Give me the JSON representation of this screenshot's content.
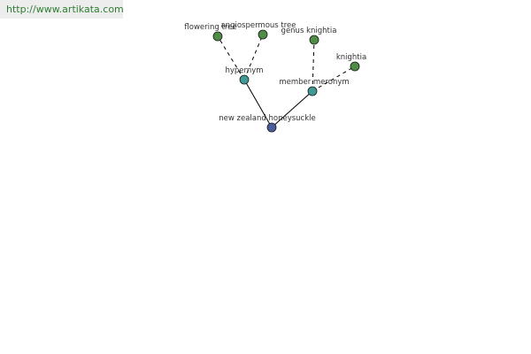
{
  "source_url": "http://www.artikata.com",
  "colors": {
    "root": "#4a5f9a",
    "relation": "#3f9a96",
    "leaf": "#4f8c45"
  },
  "nodes": [
    {
      "id": "root",
      "label": "new zealand honeysuckle",
      "kind": "root"
    },
    {
      "id": "hypernym",
      "label": "hypernym",
      "kind": "relation"
    },
    {
      "id": "member-meronym",
      "label": "member meronym",
      "kind": "relation"
    },
    {
      "id": "flowering-tree",
      "label": "flowering tree",
      "kind": "leaf"
    },
    {
      "id": "angiospermous-tree",
      "label": "angiospermous tree",
      "kind": "leaf"
    },
    {
      "id": "genus-knightia",
      "label": "genus knightia",
      "kind": "leaf"
    },
    {
      "id": "knightia",
      "label": "knightia",
      "kind": "leaf"
    }
  ],
  "edges": [
    {
      "from": "root",
      "to": "hypernym",
      "style": "solid"
    },
    {
      "from": "root",
      "to": "member-meronym",
      "style": "solid"
    },
    {
      "from": "hypernym",
      "to": "flowering-tree",
      "style": "dashed"
    },
    {
      "from": "hypernym",
      "to": "angiospermous-tree",
      "style": "dashed"
    },
    {
      "from": "member-meronym",
      "to": "genus-knightia",
      "style": "dashed"
    },
    {
      "from": "member-meronym",
      "to": "knightia",
      "style": "dashed"
    }
  ]
}
